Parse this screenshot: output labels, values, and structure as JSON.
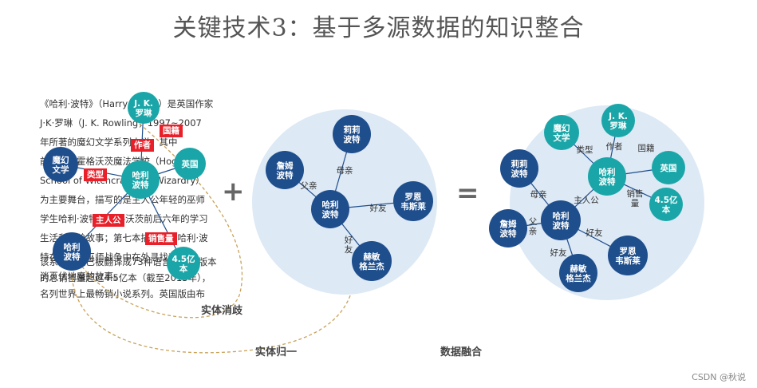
{
  "title": "关键技术3：基于多源数据的知识整合",
  "text_block": {
    "lines": [
      "《哈利·波特》（Harry Potter）是英国作家",
      "J·K·罗琳（J. K. Rowling，1997~2007",
      "年所著的魔幻文学系列小说。其中",
      "前六部以霍格沃茨魔法学校（Hogwarts",
      "School of Witchcraft and Wizardry）",
      "为主要舞台，描写的是主人公年轻的巫师",
      "学生哈利·波特在霍格沃茨前后六年的学习",
      "生活和冒险故事；第七本描写的是哈利·波",
      "特在第二次巫师战争中在外寻找魂器并",
      "消灭伏地魔的故事。"
    ],
    "lines2": [
      "该系列小说已被翻译成73种语言，所有版本",
      "的总销售量超过4.5亿本（截至2013年），",
      "名列世界上最畅销小说系列。英国版由布"
    ],
    "tags": {
      "nationality": "国籍",
      "author": "作者",
      "type": "类型",
      "protagonist": "主人公",
      "sales": "销售量"
    }
  },
  "left_nodes": {
    "jk": "J. K.\n罗琳",
    "uk": "英国",
    "fantasy": "魔幻\n文学",
    "harry_main": "哈利\n波特",
    "harry_low": "哈利\n波特",
    "sales_val": "4.5亿\n本"
  },
  "middle_graph": {
    "nodes": {
      "lily": "莉莉\n波特",
      "james": "詹姆\n波特",
      "harry": "哈利\n波特",
      "ron": "罗恩\n韦斯莱",
      "hermione": "赫敏\n格兰杰"
    },
    "edges": {
      "mother": "母亲",
      "father": "父亲",
      "friend_ron": "好友",
      "friend_her": "好\n友"
    }
  },
  "right_graph": {
    "nodes": {
      "fantasy": "魔幻\n文学",
      "jk": "J. K.\n罗琳",
      "uk": "英国",
      "lily": "莉莉\n波特",
      "harry_center": "哈利\n波特",
      "sales_val": "4.5亿\n本",
      "harry": "哈利\n波特",
      "james": "詹姆\n波特",
      "ron": "罗恩\n韦斯莱",
      "hermione": "赫敏\n格兰杰"
    },
    "edges": {
      "type": "类型",
      "author": "作者",
      "nationality": "国籍",
      "mother": "母亲",
      "sales": "销售\n量",
      "protagonist": "主人公",
      "father": "父\n亲",
      "friend_ron": "好友",
      "friend_her": "好友"
    }
  },
  "operators": {
    "plus": "+",
    "equals": "="
  },
  "captions": {
    "disambiguation": "实体消歧",
    "unification": "实体归一",
    "fusion": "数据融合"
  },
  "watermark": "CSDN @秋说",
  "colors": {
    "dark_blue": "#1f4e8c",
    "teal": "#1aa6a8",
    "circle_bg": "#dde9f5",
    "tag_red": "#e8202a",
    "dashed": "#c8a25a"
  }
}
